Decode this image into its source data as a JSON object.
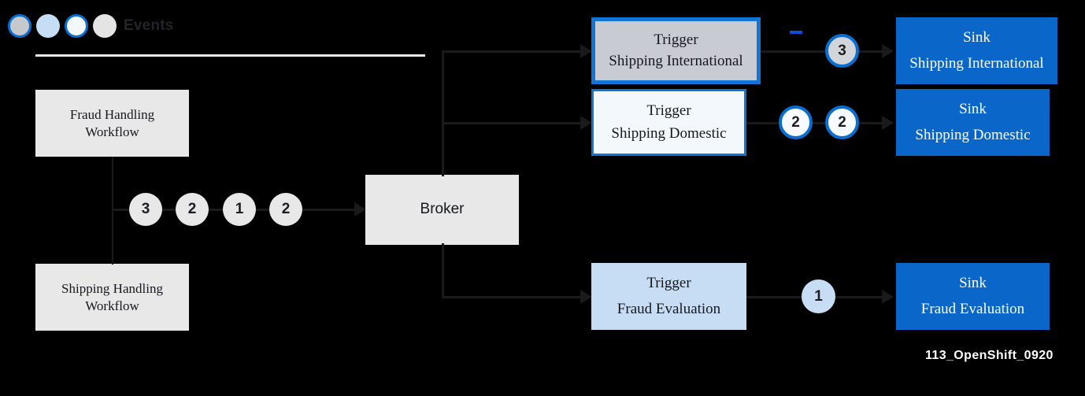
{
  "legend": {
    "label": "Events",
    "dots": [
      {
        "name": "event-dot-gray-outlined",
        "style": "gray-blue"
      },
      {
        "name": "event-dot-light-blue",
        "style": "lightblue"
      },
      {
        "name": "event-dot-white-outlined",
        "style": "white-blue"
      },
      {
        "name": "event-dot-gray",
        "style": "gray"
      }
    ]
  },
  "workflows": {
    "fraud": {
      "line1": "Fraud  Handling",
      "line2": "Workflow"
    },
    "shipping": {
      "line1": "Shipping  Handling",
      "line2": "Workflow"
    }
  },
  "broker": {
    "label": "Broker"
  },
  "ingress_tokens": [
    "3",
    "2",
    "1",
    "2"
  ],
  "triggers": [
    {
      "line1": "Trigger",
      "line2": "Shipping  International"
    },
    {
      "line1": "Trigger",
      "line2": "Shipping  Domestic"
    },
    {
      "line1": "Trigger",
      "line2": "Fraud  Evaluation"
    }
  ],
  "sinks": [
    {
      "line1": "Sink",
      "line2": "Shipping  International"
    },
    {
      "line1": "Sink",
      "line2": "Shipping  Domestic"
    },
    {
      "line1": "Sink",
      "line2": "Fraud  Evaluation"
    }
  ],
  "egress_tokens": {
    "international": [
      "3"
    ],
    "domestic": [
      "2",
      "2"
    ],
    "fraud": [
      "1"
    ]
  },
  "corner_label": "113_OpenShift_0920",
  "colors": {
    "background": "#000000",
    "accent_blue": "#0a6ed1",
    "sink_blue": "#0a66c8",
    "box_gray": "#e8e8e8",
    "trigger_light_blue": "#c7ddf3",
    "line_dark": "#1a1a1a"
  }
}
